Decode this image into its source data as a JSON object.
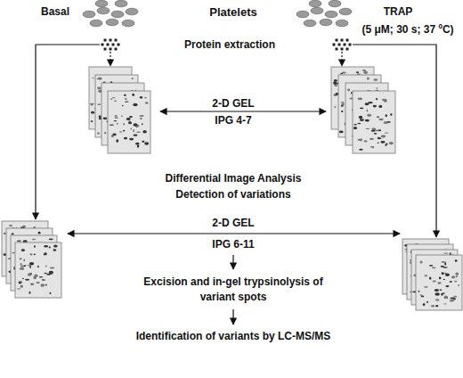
{
  "diagram": {
    "labels": [
      "Basal",
      "Platelets",
      "TRAP",
      "(5 μM; 30 s; 37 ºC)",
      "Protein extraction",
      "2-D GEL",
      "IPG 4-7",
      "Differential Image Analysis",
      "Detection of variations",
      "2-D GEL",
      "IPG 6-11",
      "Excision and in-gel trypsinolysis of variant spots",
      "Identification of variants by LC-MS/MS"
    ]
  }
}
